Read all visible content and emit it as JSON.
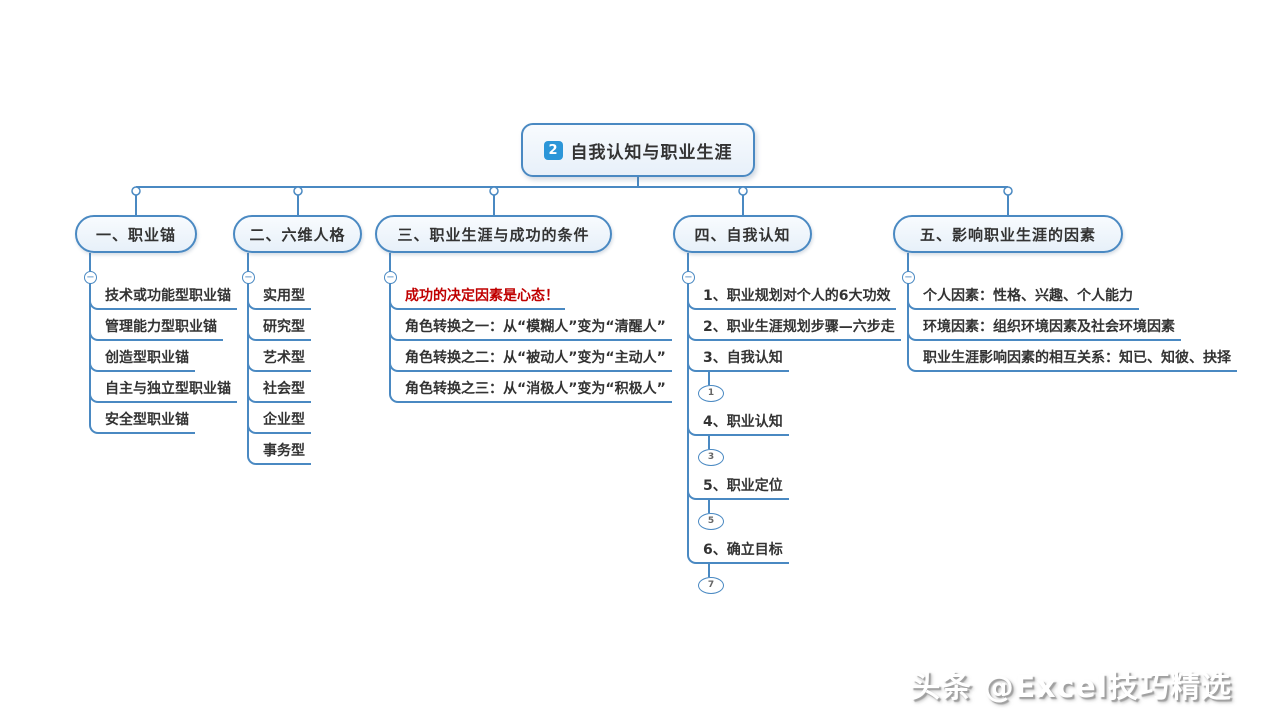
{
  "root": {
    "badge": "2",
    "title": "自我认知与职业生涯"
  },
  "branches": [
    {
      "label": "一、职业锚",
      "items": [
        {
          "text": "技术或功能型职业锚"
        },
        {
          "text": "管理能力型职业锚"
        },
        {
          "text": "创造型职业锚"
        },
        {
          "text": "自主与独立型职业锚"
        },
        {
          "text": "安全型职业锚"
        }
      ]
    },
    {
      "label": "二、六维人格",
      "items": [
        {
          "text": "实用型"
        },
        {
          "text": "研究型"
        },
        {
          "text": "艺术型"
        },
        {
          "text": "社会型"
        },
        {
          "text": "企业型"
        },
        {
          "text": "事务型"
        }
      ]
    },
    {
      "label": "三、职业生涯与成功的条件",
      "items": [
        {
          "text": "成功的决定因素是心态！",
          "color": "red"
        },
        {
          "text": "角色转换之一：从“模糊人”变为“清醒人”"
        },
        {
          "text": "角色转换之二：从“被动人”变为“主动人”"
        },
        {
          "text": "角色转换之三：从“消极人”变为“积极人”"
        }
      ]
    },
    {
      "label": "四、自我认知",
      "items": [
        {
          "text": "1、职业规划对个人的6大功效"
        },
        {
          "text": "2、职业生涯规划步骤—六步走"
        },
        {
          "text": "3、自我认知",
          "pill": "1"
        },
        {
          "text": "4、职业认知",
          "pill": "3"
        },
        {
          "text": "5、职业定位",
          "pill": "5"
        },
        {
          "text": "6、确立目标",
          "pill": "7"
        }
      ]
    },
    {
      "label": "五、影响职业生涯的因素",
      "items": [
        {
          "text": "个人因素：性格、兴趣、个人能力"
        },
        {
          "text": "环境因素：组织环境因素及社会环境因素"
        },
        {
          "text": "职业生涯影响因素的相互关系：知已、知彼、抉择"
        }
      ]
    }
  ],
  "watermark": {
    "text": "头条 @Excel技巧精选"
  },
  "icons": {
    "root_badge": "priority-2-badge",
    "branch_collapse": "minus-collapse-icon"
  },
  "colors": {
    "line": "#4a89c2",
    "node_fill": "#eef5fc",
    "node_border": "#4a89c2",
    "badge_blue": "#2b96d8",
    "red_text": "#c00000",
    "text": "#333333"
  }
}
